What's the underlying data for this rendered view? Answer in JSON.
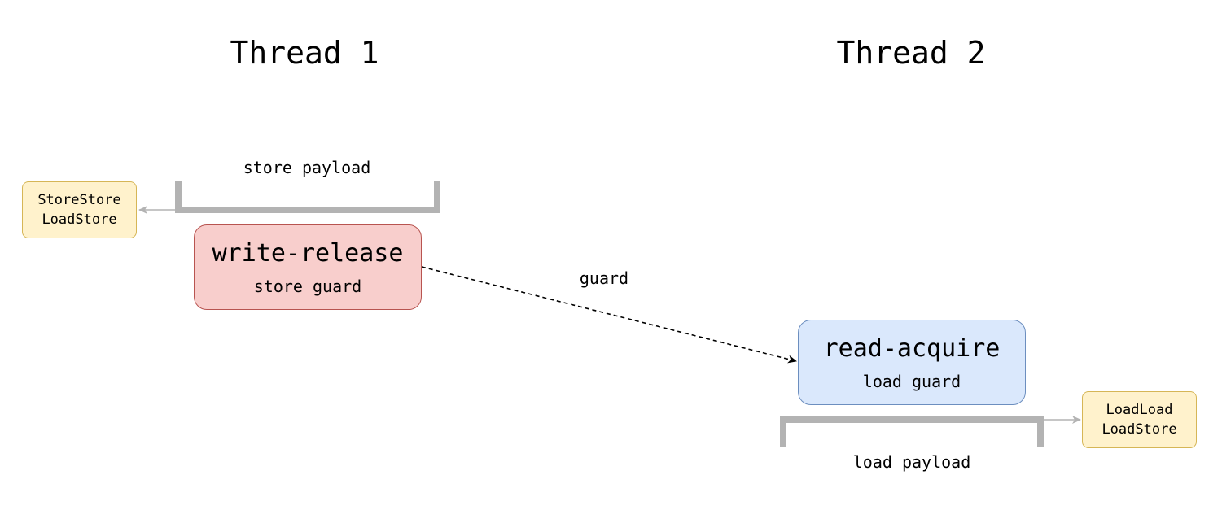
{
  "thread1": {
    "title": "Thread 1",
    "payload_label": "store payload",
    "operation": {
      "title": "write-release",
      "subtitle": "store guard",
      "fill": "#f8cecc",
      "stroke": "#b85450"
    },
    "barriers": [
      "StoreStore",
      "LoadStore"
    ]
  },
  "thread2": {
    "title": "Thread 2",
    "payload_label": "load payload",
    "operation": {
      "title": "read-acquire",
      "subtitle": "load guard",
      "fill": "#dae8fc",
      "stroke": "#6c8ebf"
    },
    "barriers": [
      "LoadLoad",
      "LoadStore"
    ]
  },
  "edge": {
    "label": "guard",
    "style": "dashed"
  },
  "colors": {
    "bracket": "#b3b3b3",
    "barrier_fill": "#fff2cc",
    "barrier_stroke": "#d6b656"
  }
}
